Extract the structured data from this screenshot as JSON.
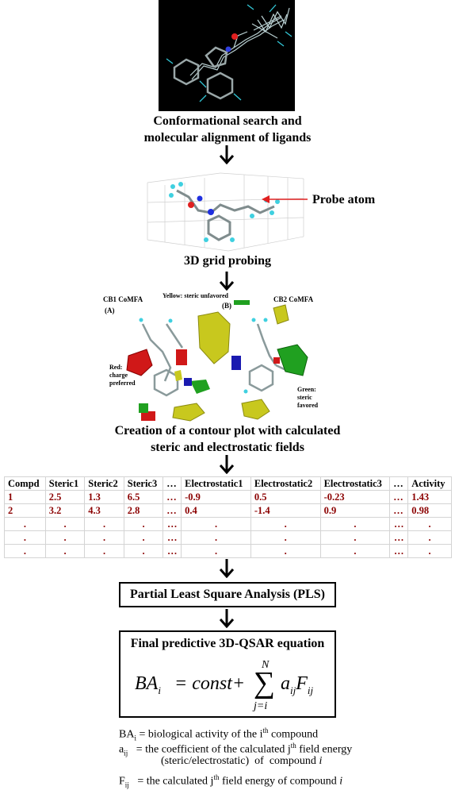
{
  "steps": {
    "step1_caption": "Conformational search and\nmolecular alignment of ligands",
    "probe_label": "Probe atom",
    "step2_caption": "3D grid probing",
    "contour": {
      "label_cb1": "CB1 CoMFA",
      "label_a": "(A)",
      "label_yellow": "Yellow: steric unfavored",
      "label_b": "(B)",
      "label_cb2": "CB2 CoMFA",
      "label_red": "Red:\ncharge\npreferred",
      "label_green": "Green:\nsteric\nfavored"
    },
    "step3_caption": "Creation of a contour plot with calculated\nsteric and electrostatic fields",
    "step5_box": "Partial Least Square Analysis (PLS)",
    "step6_title": "Final predictive 3D-QSAR equation"
  },
  "table": {
    "headers": [
      "Compd",
      "Steric1",
      "Steric2",
      "Steric3",
      "…",
      "Electrostatic1",
      "Electrostatic2",
      "Electrostatic3",
      "…",
      "Activity"
    ],
    "rows": [
      [
        "1",
        "2.5",
        "1.3",
        "6.5",
        "…",
        "-0.9",
        "0.5",
        "-0.23",
        "…",
        "1.43"
      ],
      [
        "2",
        "3.2",
        "4.3",
        "2.8",
        "…",
        "0.4",
        "-1.4",
        "0.9",
        "…",
        "0.98"
      ],
      [
        ".",
        ".",
        ".",
        ".",
        "…",
        ".",
        ".",
        ".",
        "…",
        "."
      ],
      [
        ".",
        ".",
        ".",
        ".",
        "…",
        ".",
        ".",
        ".",
        "…",
        "."
      ],
      [
        ".",
        ".",
        ".",
        ".",
        "…",
        ".",
        ".",
        ".",
        "…",
        "."
      ]
    ]
  },
  "equation": {
    "lhs": "BA",
    "lhs_sub": "i",
    "eq": "= const+",
    "sum_top": "N",
    "sum_bottom": "j=i",
    "term_a": "a",
    "term_a_sub": "ij",
    "term_f": "F",
    "term_f_sub": "ij"
  },
  "legend": {
    "line1_a": "BA",
    "line1_sub": "i",
    "line1_b": " = biological activity of the i",
    "line1_sup": "th",
    "line1_c": " compound",
    "line2_a": "a",
    "line2_sub": "ij",
    "line2_b": "   = the coefficient of the calculated j",
    "line2_sup": "th",
    "line2_c": " field energy",
    "line3": "(steric/electrostatic)  of  compound ",
    "line3_i": "i",
    "line4_a": "F",
    "line4_sub": "ij",
    "line4_b": "   = the calculated j",
    "line4_sup": "th",
    "line4_c": " field energy of compound ",
    "line4_i": "i"
  },
  "colors": {
    "table_values": "#8b0000",
    "contour_yellow": "#c8c81e",
    "contour_red": "#d01818",
    "contour_green": "#20a020",
    "contour_blue": "#1a1ab0",
    "probe_arrow": "#e02020"
  }
}
